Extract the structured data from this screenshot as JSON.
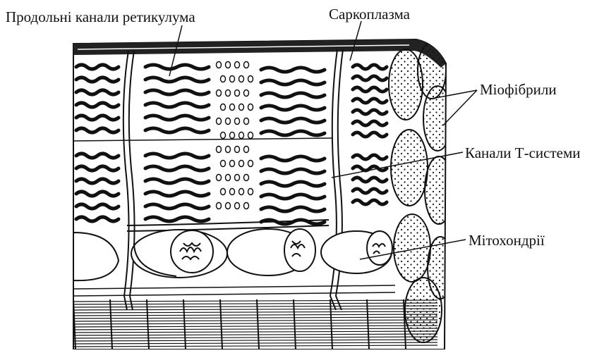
{
  "labels": {
    "reticulum": "Продольні канали ретикулума",
    "sarcoplasm": "Саркоплазма",
    "myofibrils": "Міофібрили",
    "t_system": "Канали Т-системи",
    "mitochondria": "Мітохондрії"
  },
  "colors": {
    "ink": "#111111",
    "background": "#ffffff"
  }
}
